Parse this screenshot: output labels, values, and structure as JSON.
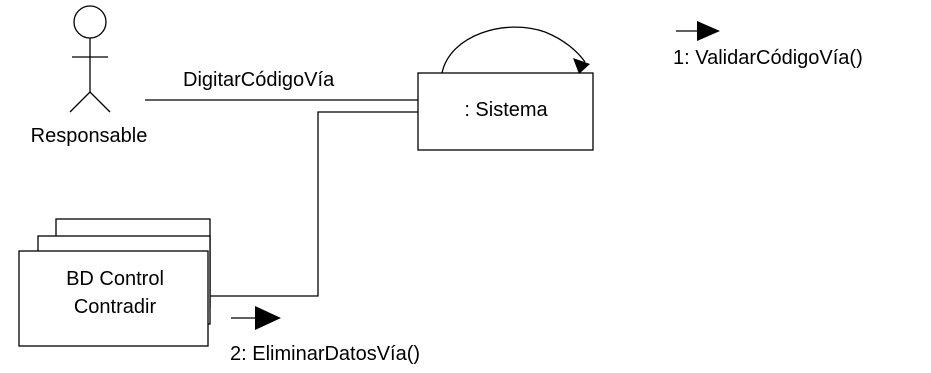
{
  "actor": {
    "name": "Responsable"
  },
  "system_object": {
    "label": ": Sistema"
  },
  "database_object": {
    "line1": "BD Control",
    "line2": "Contradir"
  },
  "links": {
    "actor_to_system": "DigitarCódigoVía"
  },
  "messages": {
    "self_message": "1: ValidarCódigoVía()",
    "to_database": "2: EliminarDatosVía()"
  },
  "colors": {
    "ink": "#000000",
    "background": "#ffffff"
  }
}
